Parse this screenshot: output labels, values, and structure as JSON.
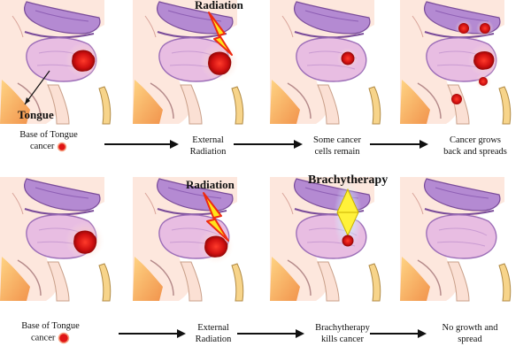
{
  "labels": {
    "tongue": "Tongue",
    "radiation_top": "Radiation",
    "radiation_bottom": "Radiation",
    "brachytherapy": "Brachytherapy"
  },
  "top_row": {
    "step1": {
      "line1": "Base of Tongue",
      "line2": "cancer"
    },
    "step2": {
      "line1": "External",
      "line2": "Radiation"
    },
    "step3": {
      "line1": "Some cancer",
      "line2": "cells remain"
    },
    "step4": {
      "line1": "Cancer grows",
      "line2": "back and spreads"
    }
  },
  "bottom_row": {
    "step1": {
      "line1": "Base of Tongue",
      "line2": "cancer"
    },
    "step2": {
      "line1": "External",
      "line2": "Radiation"
    },
    "step3": {
      "line1": "Brachytherapy",
      "line2": "kills cancer"
    },
    "step4": {
      "line1": "No growth and",
      "line2": "spread"
    }
  },
  "colors": {
    "tissue_purple": "#b28ad0",
    "tongue_pink": "#e7b9e0",
    "tumor_red": "#e01515",
    "lightning_yellow": "#ffe31a",
    "lightning_red": "#ee2b12",
    "throat_orange": "#f5a050",
    "brachy_glow": "#a8e4f6"
  }
}
